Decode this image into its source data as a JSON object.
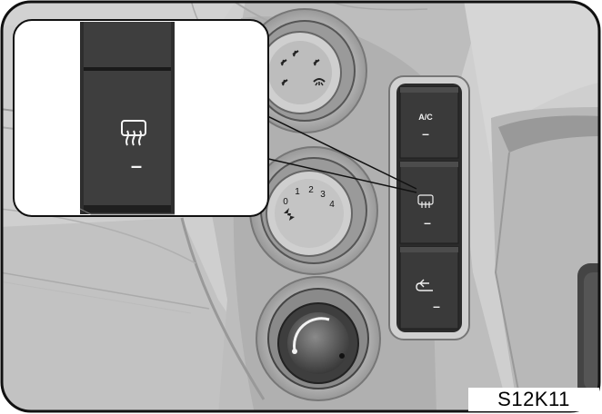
{
  "figure_code": "S12K11",
  "panel": {
    "ac_label": "A/C",
    "ac_indicator": "–",
    "defrost_indicator": "–",
    "recirc_indicator": "–"
  },
  "fan_dial": {
    "ticks": [
      "0",
      "1",
      "2",
      "3",
      "4"
    ]
  },
  "inset": {
    "indicator": "–"
  },
  "icons": {
    "defrost": "rear-window-defrost-icon",
    "recirc": "recirculation-icon",
    "fan": "fan-icon"
  }
}
